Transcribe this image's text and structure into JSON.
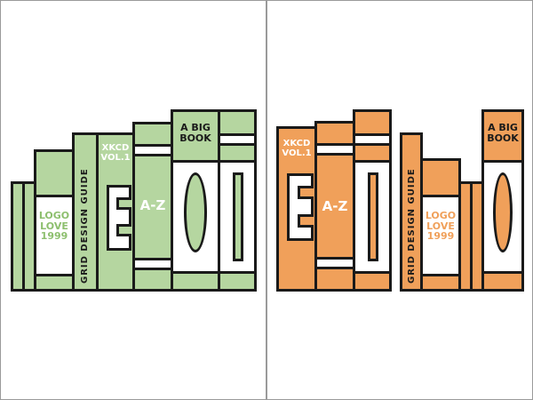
{
  "colors": {
    "green": "#b5d6a0",
    "orange": "#f0a05a",
    "outline": "#1a1a1a",
    "green_text": "#8dbf6e",
    "orange_text": "#f0a05a"
  },
  "left_panel": {
    "book_logo": "LOGO\nLOVE\n1999",
    "book_grid": "GRID DESIGN GUIDE",
    "book_xkcd": "XKCD\nVOL.1",
    "book_az": "A-Z",
    "book_big": "A BIG\nBOOK"
  },
  "right_panel": {
    "book_xkcd": "XKCD\nVOL.1",
    "book_az": "A-Z",
    "book_grid": "GRID DESIGN GUIDE",
    "book_logo": "LOGO\nLOVE\n1999",
    "book_big": "A BIG\nBOOK"
  }
}
